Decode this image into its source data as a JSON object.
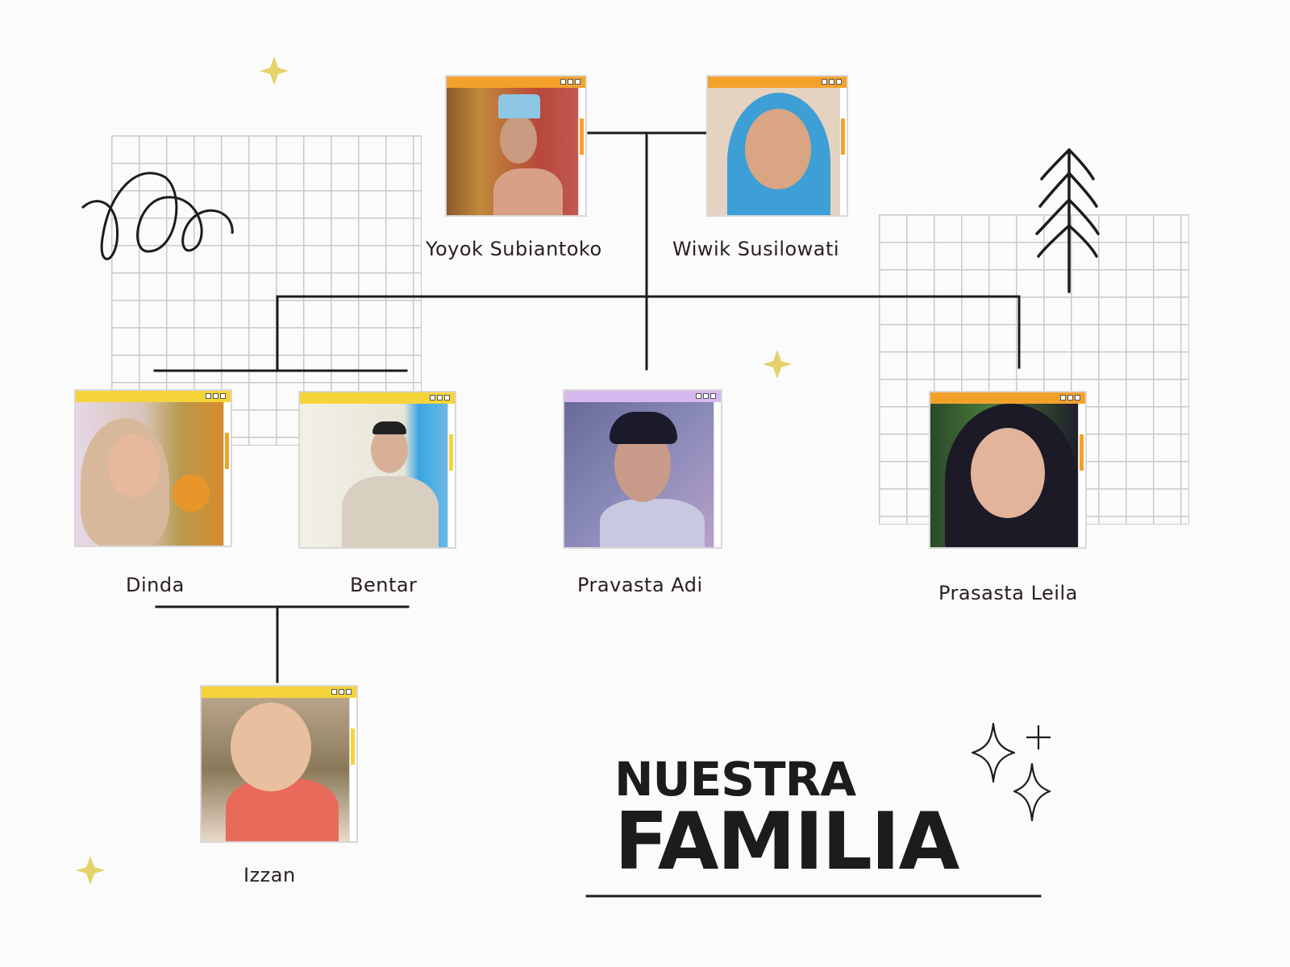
{
  "title": {
    "line1": "NUESTRA",
    "line2": "FAMILIA"
  },
  "colors": {
    "window_orange": "#f4a12c",
    "window_yellow": "#f5d43a",
    "window_lilac": "#d7b8ee",
    "sparkle": "#e3d36a",
    "ink": "#1c1c1c"
  },
  "family": {
    "parents": [
      {
        "name": "Yoyok Subiantoko"
      },
      {
        "name": "Wiwik Susilowati"
      }
    ],
    "children": [
      {
        "name": "Dinda"
      },
      {
        "name": "Bentar"
      },
      {
        "name": "Pravasta Adi"
      },
      {
        "name": "Prasasta Leila"
      }
    ],
    "grandchildren": [
      {
        "name": "Izzan"
      }
    ]
  }
}
